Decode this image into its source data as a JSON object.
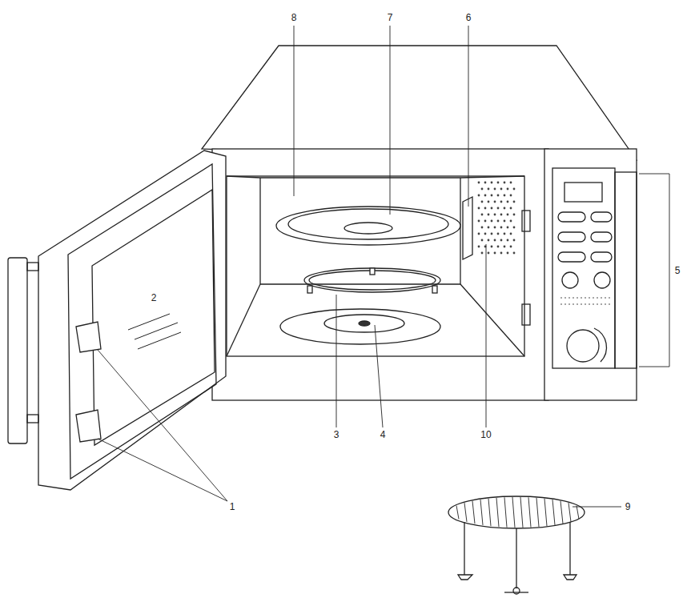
{
  "diagram": {
    "labels": [
      "8",
      "7",
      "6",
      "2",
      "5",
      "3",
      "4",
      "10",
      "1",
      "9"
    ]
  }
}
